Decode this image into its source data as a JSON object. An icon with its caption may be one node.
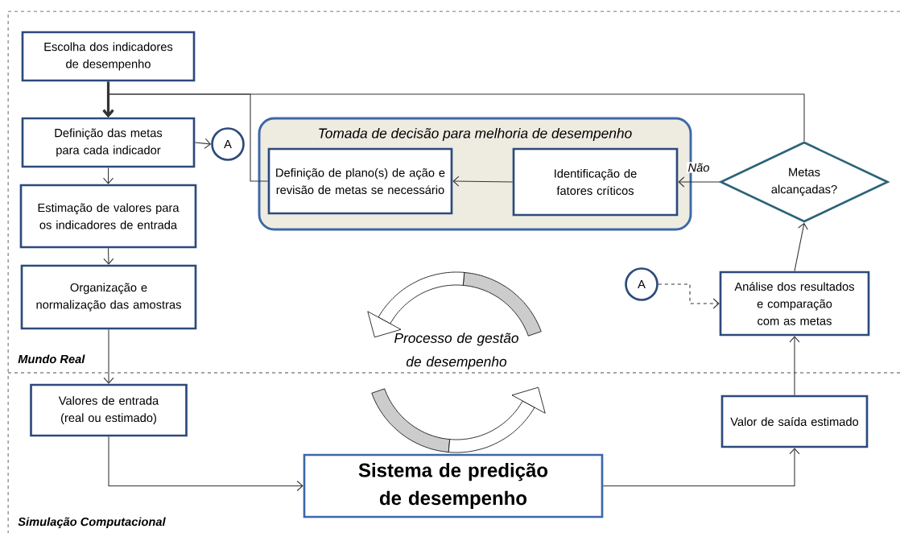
{
  "diagram": {
    "nodes": [
      {
        "text": [
          "Mundo Real"
        ]
      },
      {
        "text": [
          "Simulação Computacional"
        ]
      },
      {
        "text": [
          "Escolha dos indicadores de desempenho"
        ],
        "in": 0
      },
      {
        "text": [
          "Definição das metas para cada indicador"
        ],
        "in": 0
      },
      {
        "text": [
          "A"
        ],
        "in": 0
      },
      {
        "text": [
          "Estimação de valores para os indicadores de entrada"
        ],
        "in": 0
      },
      {
        "text": [
          "Organização e normalização das amostras"
        ],
        "in": 0
      },
      {
        "text": [
          "Tomada de decisão para melhoria de desempenho"
        ],
        "in": 0
      },
      {
        "text": [
          "Identificação de fatores críticos"
        ],
        "in": 7
      },
      {
        "text": [
          "Definição de plano(s) de ação e revisão de metas se necessário"
        ],
        "in": 7
      },
      {
        "text": [
          "Metas alcançadas?"
        ],
        "in": 0
      },
      {
        "text": [
          "A"
        ],
        "in": 0
      },
      {
        "text": [
          "Análise dos resultados e comparação com as metas"
        ],
        "in": 0
      },
      {
        "text": [
          "Valores de entrada (real ou estimado)"
        ],
        "in": 1
      },
      {
        "text": [
          "Sistema de predição de desempenho"
        ],
        "in": 1
      },
      {
        "text": [
          "Valor de saída estimado"
        ],
        "in": 1
      }
    ],
    "edges": [
      {
        "from": 2,
        "to": 3,
        "arrow": "to",
        "style": "thick"
      },
      {
        "from": 10,
        "to": 3,
        "arrow": "to"
      },
      {
        "from": 9,
        "to": 3,
        "arrow": "to"
      },
      {
        "from": 3,
        "to": 4,
        "arrow": "to"
      },
      {
        "from": 3,
        "to": 5,
        "arrow": "to"
      },
      {
        "from": 5,
        "to": 6,
        "arrow": "to"
      },
      {
        "from": 6,
        "to": 13,
        "arrow": "to"
      },
      {
        "from": 13,
        "to": 14,
        "arrow": "to"
      },
      {
        "from": 14,
        "to": 15,
        "arrow": "to"
      },
      {
        "from": 15,
        "to": 12,
        "arrow": "to"
      },
      {
        "from": 12,
        "to": 10,
        "arrow": "to"
      },
      {
        "from": 11,
        "to": 12,
        "arrow": "to",
        "style": "dashed"
      },
      {
        "from": 10,
        "to": 8,
        "arrow": "to",
        "label": "Não"
      },
      {
        "from": 8,
        "to": 9,
        "arrow": "to"
      }
    ],
    "labels": [
      "Processo de gestão de desempenho"
    ]
  }
}
